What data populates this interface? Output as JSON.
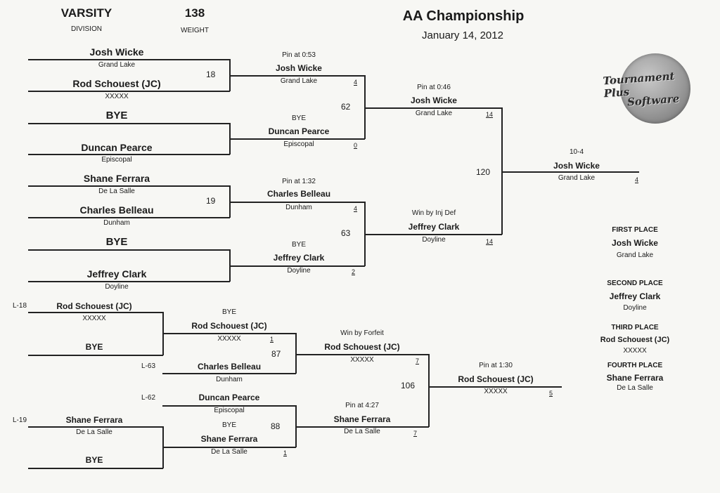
{
  "header": {
    "division": "VARSITY",
    "division_label": "DIVISION",
    "weight": "138",
    "weight_label": "WEIGHT",
    "title": "AA Championship",
    "date": "January 14, 2012"
  },
  "logo": {
    "line1": "Tournament Plus",
    "line2": "Software"
  },
  "championship": {
    "round1": {
      "w1": {
        "name": "Josh Wicke",
        "team": "Grand Lake"
      },
      "w2": {
        "name": "Rod Schouest (JC)",
        "team": "XXXXX"
      },
      "w3": {
        "name": "BYE"
      },
      "w4": {
        "name": "Duncan Pearce",
        "team": "Episcopal"
      },
      "w5": {
        "name": "Shane Ferrara",
        "team": "De La Salle"
      },
      "w6": {
        "name": "Charles Belleau",
        "team": "Dunham"
      },
      "w7": {
        "name": "BYE"
      },
      "w8": {
        "name": "Jeffrey Clark",
        "team": "Doyline"
      },
      "bout1": "18",
      "bout2": "19"
    },
    "round2": {
      "m1": {
        "result": "Pin at 0:53",
        "name": "Josh Wicke",
        "team": "Grand Lake",
        "score": "4"
      },
      "m2": {
        "result": "BYE",
        "name": "Duncan Pearce",
        "team": "Episcopal",
        "score": "0"
      },
      "m3": {
        "result": "Pin at 1:32",
        "name": "Charles Belleau",
        "team": "Dunham",
        "score": "4"
      },
      "m4": {
        "result": "BYE",
        "name": "Jeffrey Clark",
        "team": "Doyline",
        "score": "2"
      },
      "bout1": "62",
      "bout2": "63"
    },
    "semis": {
      "m1": {
        "result": "Pin at 0:46",
        "name": "Josh Wicke",
        "team": "Grand Lake",
        "score": "14"
      },
      "m2": {
        "result": "Win by Inj Def",
        "name": "Jeffrey Clark",
        "team": "Doyline",
        "score": "14"
      },
      "bout": "120"
    },
    "final": {
      "result": "10-4",
      "name": "Josh Wicke",
      "team": "Grand Lake",
      "score": "4"
    }
  },
  "consolation": {
    "entries": {
      "a": {
        "loss": "L-18",
        "name": "Rod Schouest (JC)",
        "team": "XXXXX"
      },
      "b": {
        "name": "BYE"
      },
      "c": {
        "loss": "L-63",
        "name": "Charles Belleau",
        "team": "Dunham"
      },
      "d": {
        "loss": "L-62",
        "name": "Duncan Pearce",
        "team": "Episcopal"
      },
      "e": {
        "loss": "L-19",
        "name": "Shane Ferrara",
        "team": "De La Salle"
      },
      "f": {
        "name": "BYE"
      }
    },
    "r1": {
      "m1": {
        "result": "BYE",
        "name": "Rod Schouest (JC)",
        "team": "XXXXX",
        "score": "1"
      },
      "m2": {
        "result": "BYE",
        "name": "Shane Ferrara",
        "team": "De La Salle",
        "score": "1"
      }
    },
    "r2": {
      "m1": {
        "result": "Win by Forfeit",
        "name": "Rod Schouest (JC)",
        "team": "XXXXX",
        "score": "7"
      },
      "m2": {
        "result": "Pin at 4:27",
        "name": "Shane Ferrara",
        "team": "De La Salle",
        "score": "7"
      },
      "bout1": "87",
      "bout2": "88"
    },
    "final": {
      "result": "Pin at 1:30",
      "name": "Rod Schouest (JC)",
      "team": "XXXXX",
      "score": "5",
      "bout": "106"
    }
  },
  "places": {
    "first": {
      "label": "FIRST PLACE",
      "name": "Josh Wicke",
      "team": "Grand Lake"
    },
    "second": {
      "label": "SECOND PLACE",
      "name": "Jeffrey Clark",
      "team": "Doyline"
    },
    "third": {
      "label": "THIRD PLACE",
      "name": "Rod Schouest (JC)",
      "team": "XXXXX"
    },
    "fourth": {
      "label": "FOURTH PLACE",
      "name": "Shane Ferrara",
      "team": "De La Salle"
    }
  }
}
